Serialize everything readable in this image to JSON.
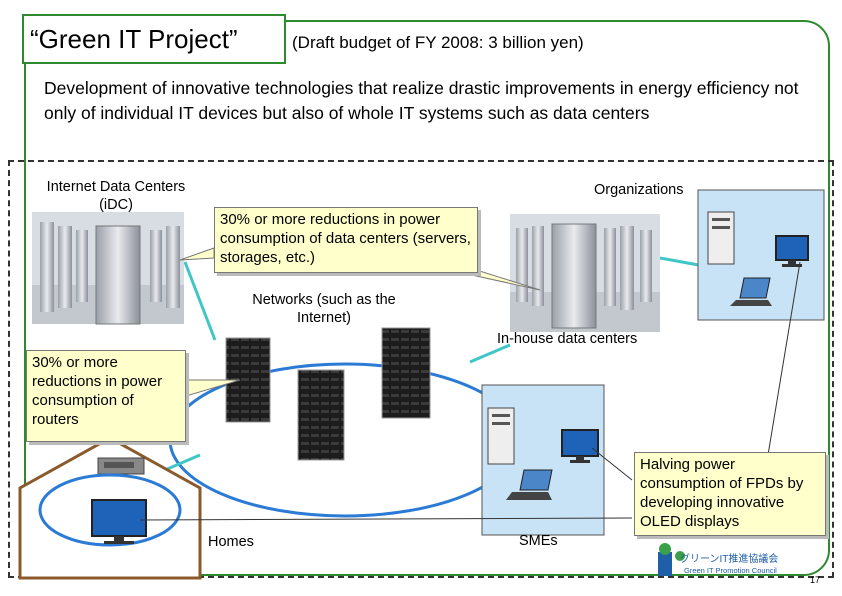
{
  "header": {
    "title": "“Green IT Project”",
    "subtitle": "(Draft budget of FY 2008: 3 billion yen)"
  },
  "intro": "Development of innovative technologies that realize drastic improvements in energy efficiency not only of individual IT devices but also of whole IT systems such as data centers",
  "nodes": {
    "idc_label": "Internet Data Centers (iDC)",
    "organizations_label": "Organizations",
    "networks_label": "Networks (such as the Internet)",
    "inhouse_label": "In-house data centers",
    "homes_label": "Homes",
    "smes_label": "SMEs"
  },
  "callouts": {
    "datacenter": "30% or more reductions in power consumption of data centers (servers, storages, etc.)",
    "routers": "30% or more reductions in power consumption of routers",
    "fpd": "Halving power consumption of FPDs by developing innovative OLED displays"
  },
  "footer": {
    "logo_jp": "グリーンIT推進協議会",
    "logo_en": "Green IT Promotion Council",
    "page_number": "17"
  },
  "colors": {
    "frame_green": "#2f8a2f",
    "network_blue": "#2b7bd6",
    "cyan_link": "#3fc7c7",
    "box_blue": "#c9e3f6",
    "callout_yellow": "#ffffcc"
  }
}
